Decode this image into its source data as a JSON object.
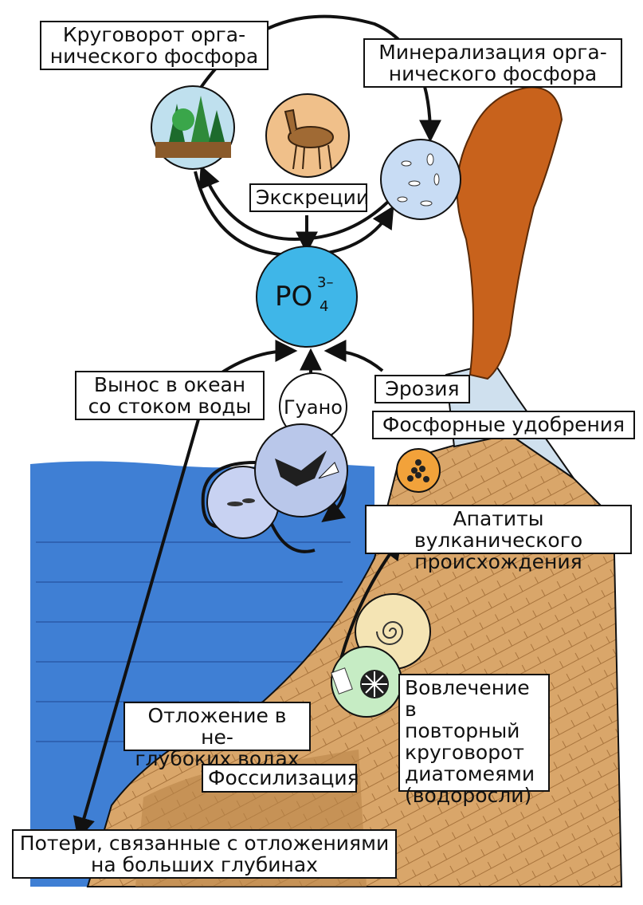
{
  "labels": {
    "organic_cycle": "Круговорот орга-\nнического фосфора",
    "mineralization": "Минерализация орга-\nнического фосфора",
    "excretion": "Экскреции",
    "runoff": "Вынос в океан\nсо стоком воды",
    "guano": "Гуано",
    "erosion": "Эрозия",
    "fertilizers": "Фосфорные удобрения",
    "apatites": "Апатиты вулканического\nпроисхождения",
    "diatoms": "Вовлечение в\nповторный\nкруговорот\nдиатомеями\n(водоросли)",
    "shallow_deposit": "Отложение в не-\nглубоких водах",
    "fossilization": "Фоссилизация",
    "deep_losses": "Потери, связанные с отложениями\nна больших глубинах"
  },
  "phosphate": {
    "base": "PO",
    "subscript": "4",
    "superscript": "3–"
  },
  "colors": {
    "sea": "#3f7fd4",
    "land": "#d9a66a",
    "phosphate_node": "#3fb6e8",
    "tree_node": "#bfe0ee",
    "deer_node": "#f0c08a",
    "bacteria_node": "#c8dcf4",
    "bird_node": "#b9c7ea",
    "fish_node": "#c8d2f2",
    "apatite_node": "#f2a23a",
    "shell_node": "#f4e4b4",
    "diatom_node": "#c6ecc4",
    "volcano_smoke": "#c8621c"
  },
  "icons": [
    "tree-icon",
    "deer-icon",
    "bacteria-icon",
    "bird-icon",
    "fish-icon",
    "apatite-rocks-icon",
    "ammonite-icon",
    "diatom-icon"
  ]
}
